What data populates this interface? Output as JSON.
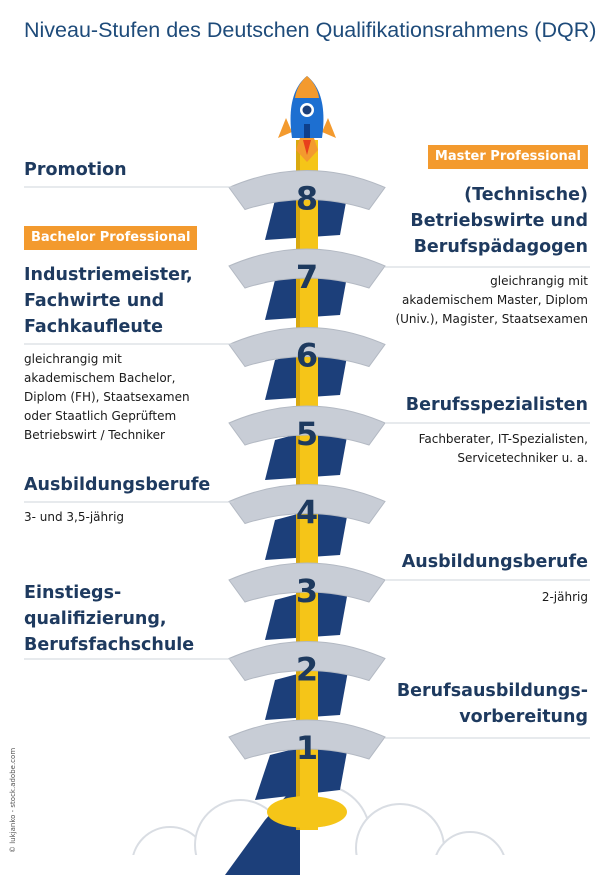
{
  "title": "Niveau-Stufen des Deutschen Qualifikationsrahmens (DQR)",
  "colors": {
    "title": "#1e4b7a",
    "heading": "#1e3a5f",
    "badge": "#f39a2e",
    "step_face": "#c8cdd6",
    "step_shadow": "#1c3f7a",
    "track_center": "#f5c518",
    "level_number": "#1e3a5f"
  },
  "levels": [
    "1",
    "2",
    "3",
    "4",
    "5",
    "6",
    "7",
    "8"
  ],
  "left": {
    "promotion": {
      "heading": "Promotion"
    },
    "bachelor_badge": "Bachelor Professional",
    "meister": {
      "heading": [
        "Industriemeister,",
        "Fachwirte und",
        "Fachkaufleute"
      ],
      "desc": [
        "gleichrangig mit",
        "akademischem Bachelor,",
        "Diplom (FH), Staatsexamen",
        "oder Staatlich Geprüftem",
        "Betriebswirt / Techniker"
      ]
    },
    "ausbildung": {
      "heading": "Ausbildungsberufe",
      "desc": "3- und 3,5-jährig"
    },
    "einstieg": {
      "heading": [
        "Einstiegs-",
        "qualifizierung,",
        "Berufsfachschule"
      ]
    }
  },
  "right": {
    "master_badge": "Master Professional",
    "betriebswirte": {
      "heading": [
        "(Technische)",
        "Betriebswirte und",
        "Berufspädagogen"
      ],
      "desc": [
        "gleichrangig mit",
        "akademischem Master, Diplom",
        "(Univ.), Magister, Staatsexamen"
      ]
    },
    "spezialisten": {
      "heading": "Berufsspezialisten",
      "desc": [
        "Fachberater, IT-Spezialisten,",
        "Servicetechniker u. a."
      ]
    },
    "ausbildung": {
      "heading": "Ausbildungsberufe",
      "desc": "2-jährig"
    },
    "vorbereitung": {
      "heading": [
        "Berufsausbildungs-",
        "vorbereitung"
      ]
    }
  },
  "credit": "© lukjanko - stock.adobe.com",
  "icons": {
    "rocket": "rocket-icon",
    "cloud": "cloud-icon"
  }
}
